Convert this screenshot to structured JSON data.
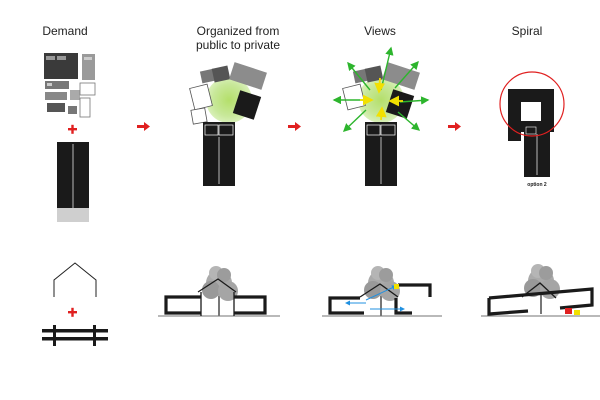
{
  "titles": {
    "demand": "Demand",
    "organized_line1": "Organized from",
    "organized_line2": "public to private",
    "views": "Views",
    "spiral": "Spiral"
  },
  "spiral_caption": "option 2",
  "colors": {
    "accent_red": "#e02020",
    "green_light": "#c8e89a",
    "green_arrow": "#2db52d",
    "yellow_arrow": "#f2e000",
    "blue_arrow": "#2090e0",
    "block_black": "#1a1a1a",
    "block_gray": "#8a8a8a"
  }
}
